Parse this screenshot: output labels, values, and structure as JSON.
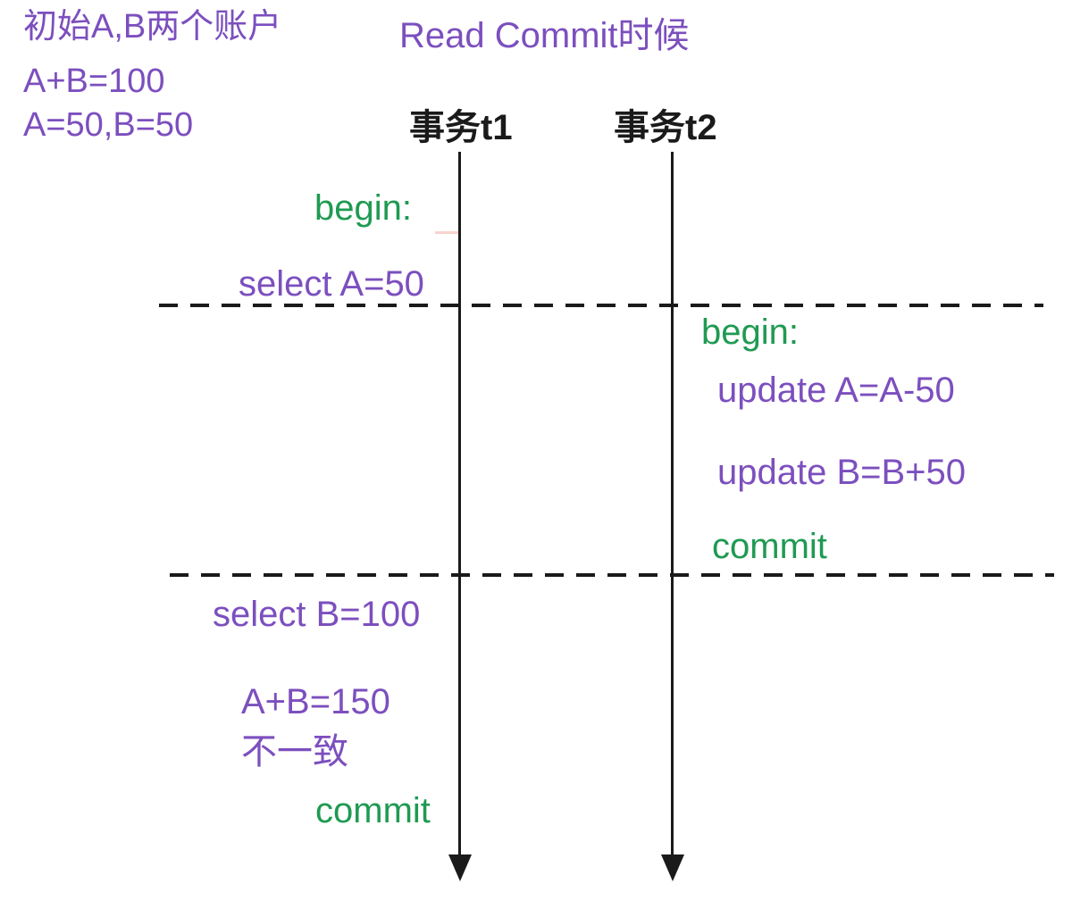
{
  "colors": {
    "purple": "#7C4FBE",
    "green": "#1F9A52",
    "ink": "#1A1A1A",
    "pink": "#F5C9C1",
    "background": "#FFFFFF"
  },
  "intro": {
    "lines": [
      "初始A,B两个账户",
      "A+B=100",
      "A=50,B=50"
    ]
  },
  "title": "Read Commit时候",
  "lanes": {
    "t1_label": "事务t1",
    "t2_label": "事务t2"
  },
  "t1_events": {
    "begin": "begin:",
    "select_a": "select A=50",
    "select_b": "select B=100",
    "sum": "A+B=150",
    "inconsistent": "不一致",
    "commit": "commit"
  },
  "t2_events": {
    "begin": "begin:",
    "update_a": "update A=A-50",
    "update_b": "update B=B+50",
    "commit": "commit"
  }
}
